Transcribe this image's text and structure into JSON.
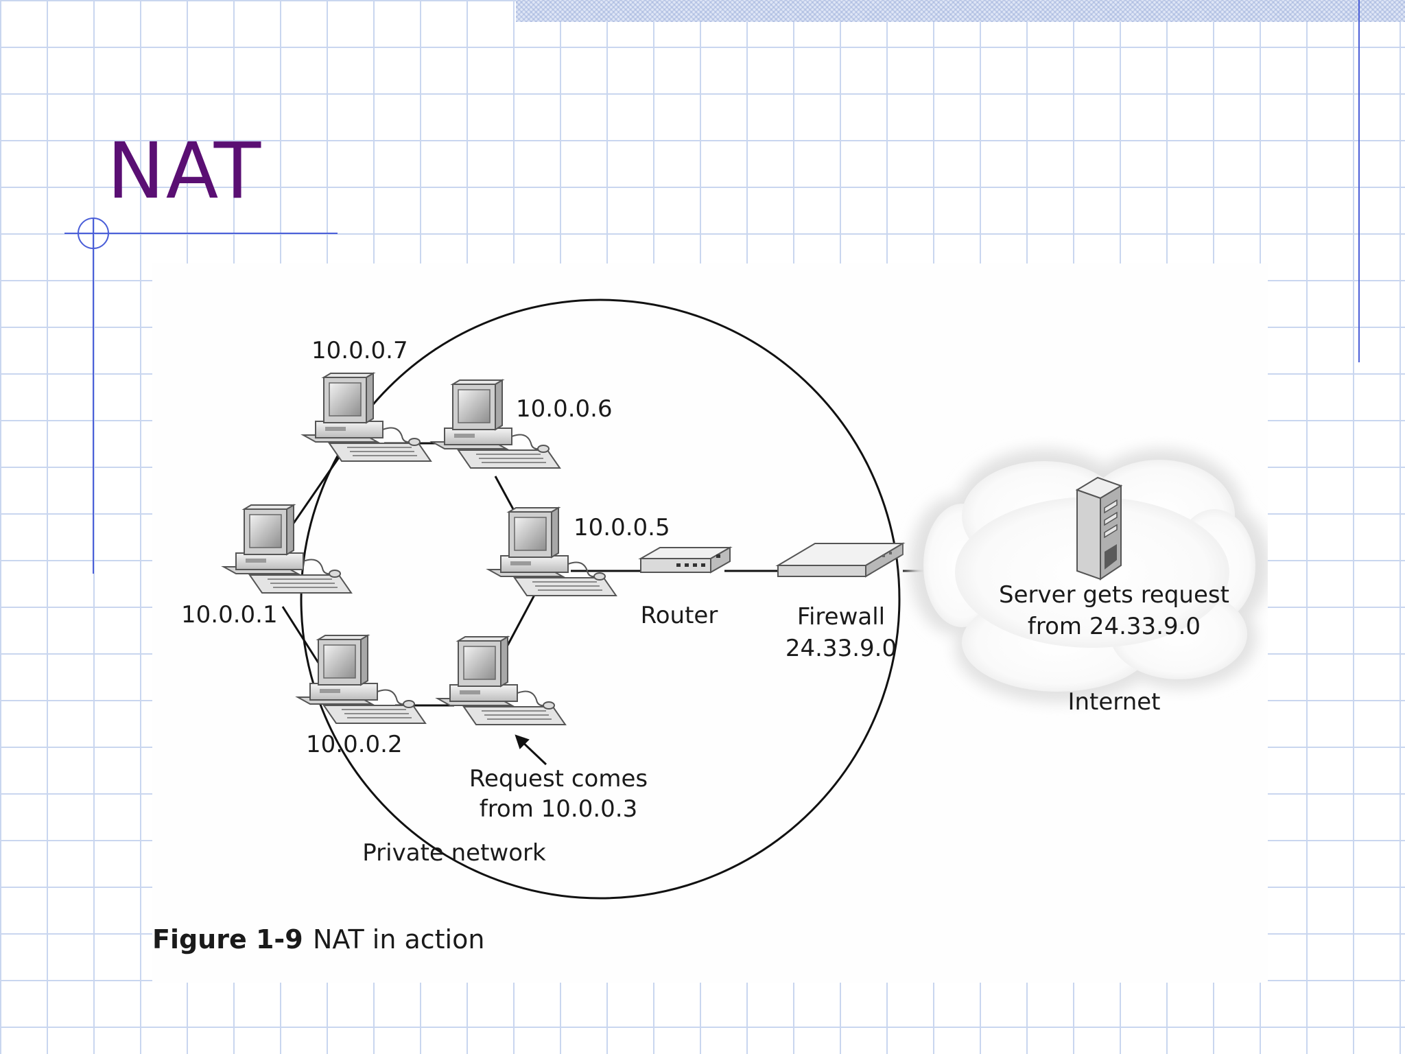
{
  "slide": {
    "title": "NAT"
  },
  "diagram": {
    "hosts": [
      {
        "id": "host-7",
        "label": "10.0.0.7"
      },
      {
        "id": "host-6",
        "label": "10.0.0.6"
      },
      {
        "id": "host-5",
        "label": "10.0.0.5"
      },
      {
        "id": "host-3",
        "label": ""
      },
      {
        "id": "host-2",
        "label": "10.0.0.2"
      },
      {
        "id": "host-1",
        "label": "10.0.0.1"
      }
    ],
    "request_note": {
      "line1": "Request comes",
      "line2": "from 10.0.0.3"
    },
    "private_network_label": "Private network",
    "router_label": "Router",
    "firewall": {
      "label": "Firewall",
      "address": "24.33.9.0"
    },
    "server_note": {
      "line1": "Server gets request",
      "line2": "from 24.33.9.0"
    },
    "internet_label": "Internet"
  },
  "caption": {
    "figure_label": "Figure 1-9",
    "text": "NAT in action"
  }
}
